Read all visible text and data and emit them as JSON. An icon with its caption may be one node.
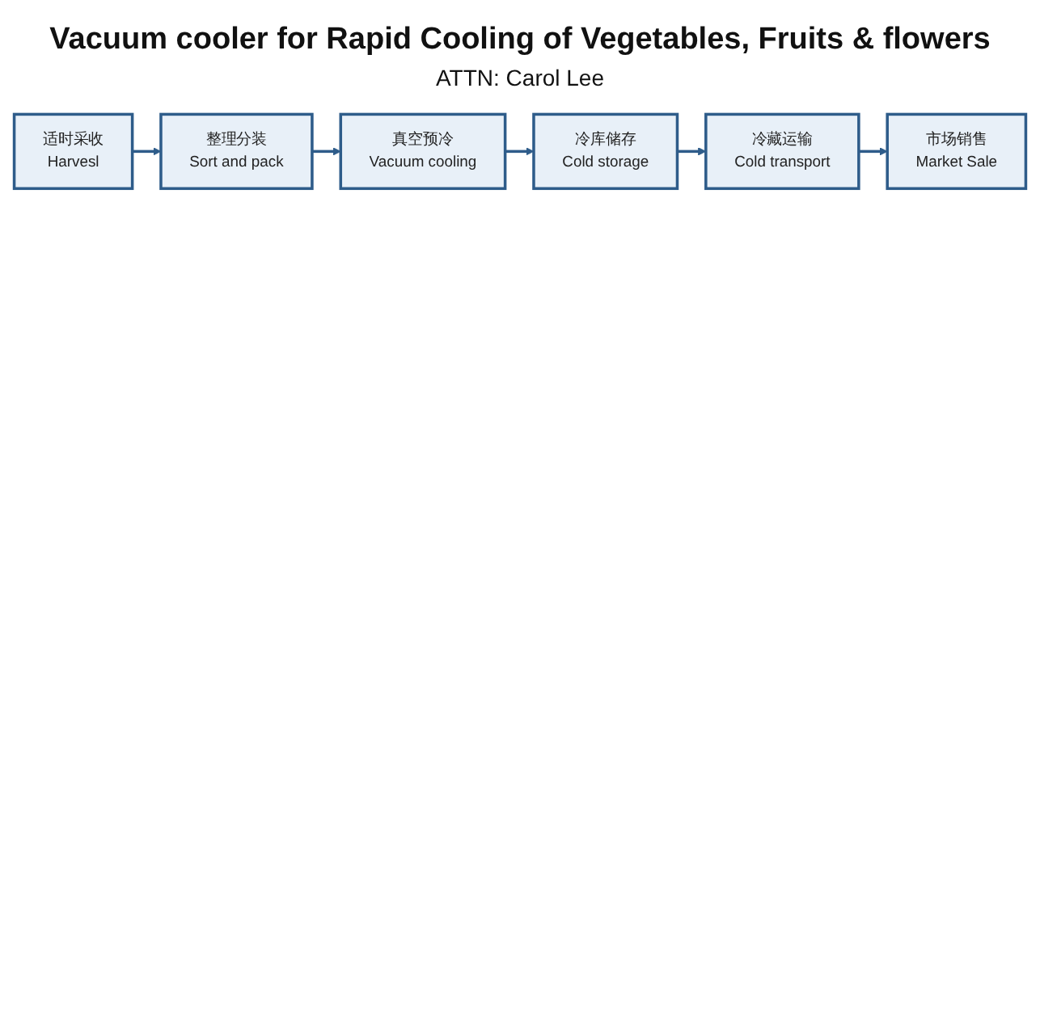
{
  "diagram": {
    "title": "Vacuum cooler for Rapid Cooling of Vegetables, Fruits & flowers",
    "nodes": [
      {
        "text": [
          "适时采收",
          "Harvesl"
        ]
      },
      {
        "text": [
          "整理分装",
          "Sort and pack"
        ]
      },
      {
        "text": [
          "真空预冷",
          "Vacuum cooling"
        ]
      },
      {
        "text": [
          "冷库储存",
          "Cold storage"
        ]
      },
      {
        "text": [
          "冷藏运输",
          "Cold transport"
        ]
      },
      {
        "text": [
          "市场销售",
          "Market Sale"
        ]
      }
    ],
    "edges": [
      {
        "from": 0,
        "to": 1,
        "arrow": "to"
      },
      {
        "from": 1,
        "to": 2,
        "arrow": "to"
      },
      {
        "from": 2,
        "to": 3,
        "arrow": "to"
      },
      {
        "from": 3,
        "to": 4,
        "arrow": "to"
      },
      {
        "from": 4,
        "to": 5,
        "arrow": "to"
      }
    ],
    "labels": [
      "ATTN: Carol Lee"
    ]
  }
}
